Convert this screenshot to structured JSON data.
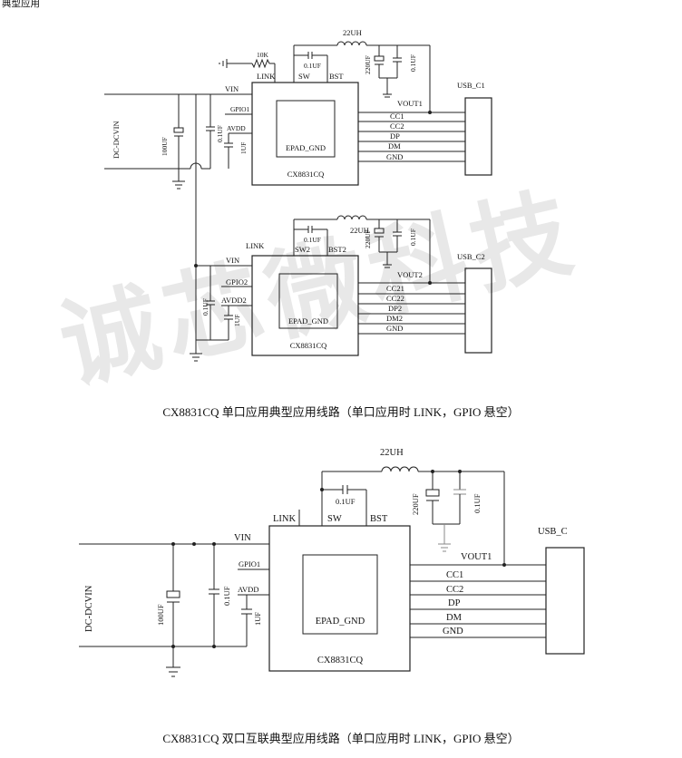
{
  "top_fragment": "典型应用",
  "watermark": "诚芯微科技",
  "colors": {
    "watermark": "#969696",
    "wire": "#222222"
  },
  "diagram1": {
    "caption": "CX8831CQ 单口应用典型应用线路（单口应用时 LINK，GPIO 悬空）",
    "dc_input": "DC-DCVIN",
    "cap_in": "100UF",
    "chip1": {
      "name": "CX8831CQ",
      "pad": "EPAD_GND",
      "left_pins": [
        "VIN",
        "GPIO1",
        "AVDD"
      ],
      "top_pins": [
        "LINK",
        "SW",
        "BST"
      ],
      "right_nets": [
        "VOUT1",
        "CC1",
        "CC2",
        "DP",
        "DM",
        "GND"
      ],
      "resistor": "10K",
      "inductor": "22UH",
      "c_bst": "0.1UF",
      "c_out": "220UF",
      "c_out2": "0.1UF",
      "c_vin": "0.1UF",
      "c_avdd": "1UF",
      "connector": "USB_C1"
    },
    "chip2": {
      "name": "CX8831CQ",
      "pad": "EPAD_GND",
      "left_pins": [
        "VIN",
        "GPIO2",
        "AVDD2"
      ],
      "top_pins": [
        "LINK",
        "SW2",
        "BST2"
      ],
      "right_nets": [
        "VOUT2",
        "CC21",
        "CC22",
        "DP2",
        "DM2",
        "GND"
      ],
      "inductor": "22UH",
      "c_bst": "0.1UF",
      "c_out": "220UF",
      "c_out2": "0.1UF",
      "c_vin": "0.1UF",
      "c_avdd": "1UF",
      "connector": "USB_C2"
    }
  },
  "diagram2": {
    "caption": "CX8831CQ 双口互联典型应用线路（单口应用时 LINK，GPIO 悬空）",
    "dc_input": "DC-DCVIN",
    "cap_in": "100UF",
    "chip": {
      "name": "CX8831CQ",
      "pad": "EPAD_GND",
      "left_pins": [
        "VIN",
        "GPIO1",
        "AVDD"
      ],
      "top_pins": [
        "LINK",
        "SW",
        "BST"
      ],
      "right_nets": [
        "VOUT1",
        "CC1",
        "CC2",
        "DP",
        "DM",
        "GND"
      ],
      "inductor": "22UH",
      "c_bst": "0.1UF",
      "c_out": "220UF",
      "c_out2": "0.1UF",
      "c_vin": "0.1UF",
      "c_avdd": "1UF",
      "connector": "USB_C"
    }
  }
}
